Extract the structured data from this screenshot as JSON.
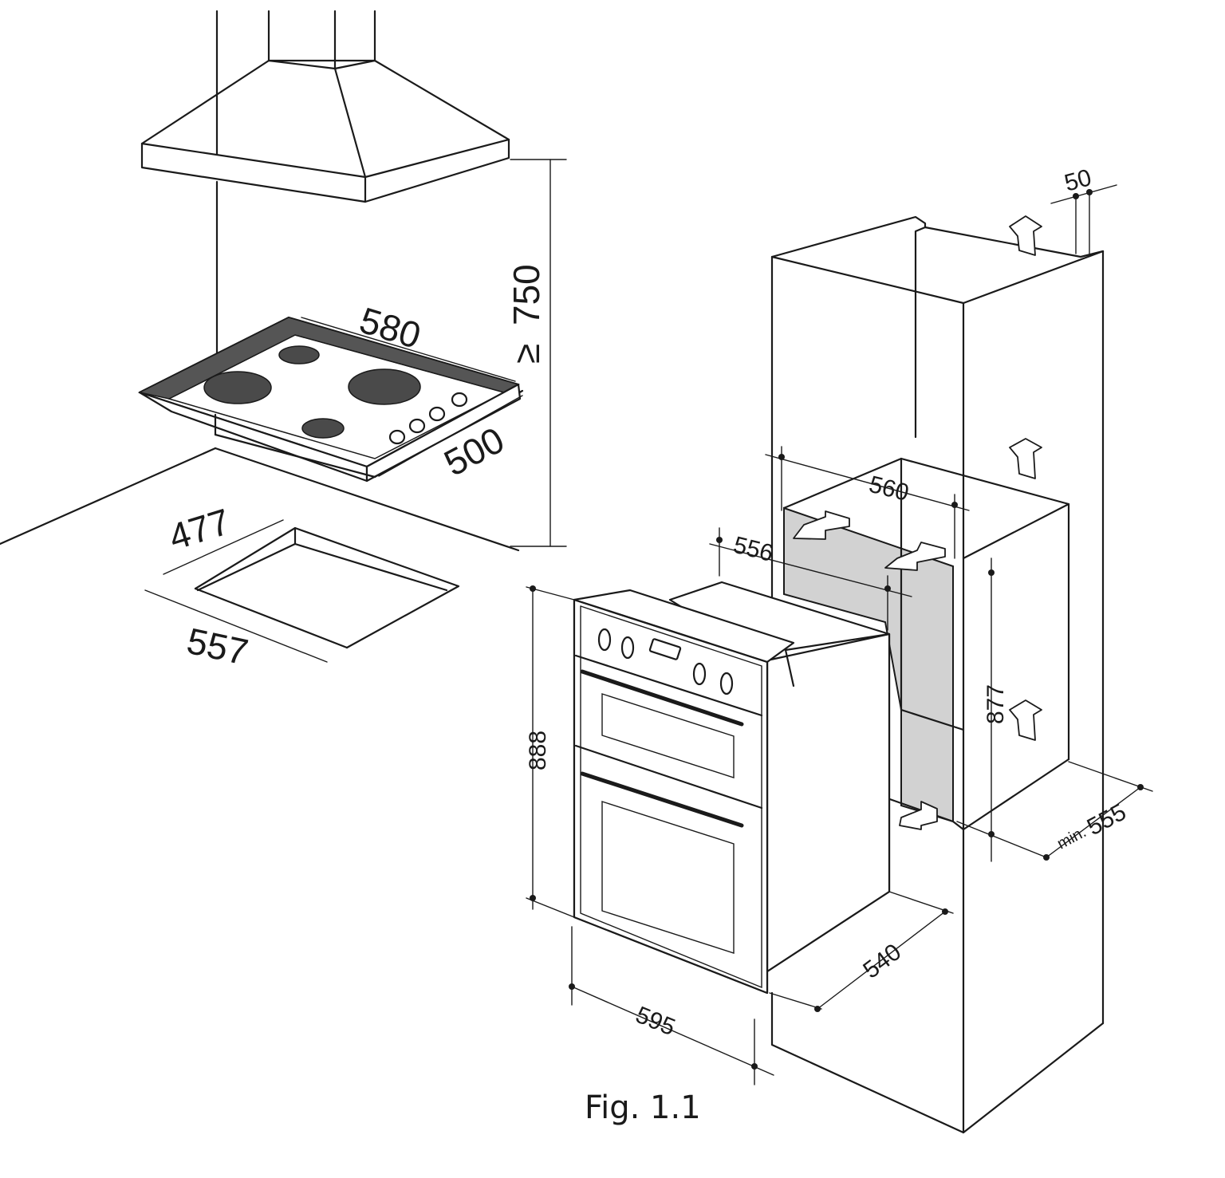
{
  "hob_section": {
    "hob_width": "580",
    "hob_depth": "500",
    "hood_clearance": "750",
    "clearance_symbol": "≥",
    "cutout_depth": "477",
    "cutout_width": "557"
  },
  "oven_section": {
    "top_vent_gap": "50",
    "niche_width": "560",
    "niche_depth": "556",
    "niche_height": "877",
    "min_depth_prefix": "min.",
    "min_depth_value": "555",
    "oven_height": "888",
    "oven_depth": "540",
    "oven_width": "595"
  },
  "caption": "Fig. 1.1"
}
